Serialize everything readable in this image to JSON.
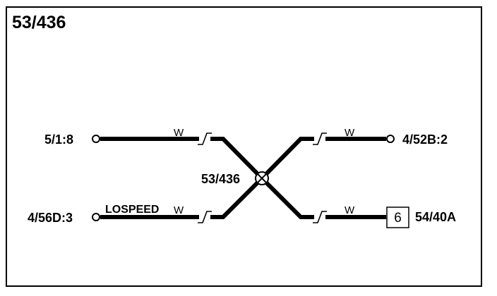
{
  "diagram": {
    "title": "53/436",
    "splice_label": "53/436",
    "wire_color_label": "W",
    "circuit_name": "LOSPEED",
    "connectors": {
      "top_left": "5/1:8",
      "bottom_left": "4/56D:3",
      "top_right": "4/52B:2",
      "bottom_right": "54/40A"
    },
    "component_box_number": "6"
  }
}
